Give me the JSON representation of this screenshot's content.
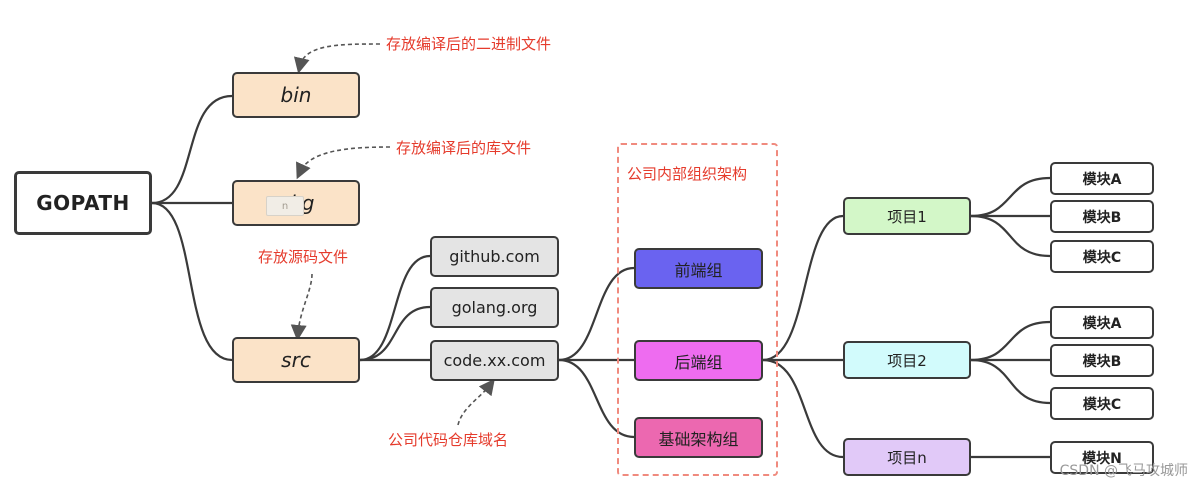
{
  "root": "GOPATH",
  "dirs": {
    "bin": "bin",
    "pkg": "pkg",
    "src": "src"
  },
  "pkg_tag": "n",
  "notes": {
    "bin": "存放编译后的二进制文件",
    "pkg": "存放编译后的库文件",
    "src": "存放源码文件",
    "domain": "公司代码仓库域名",
    "org": "公司内部组织架构"
  },
  "domains": [
    "github.com",
    "golang.org",
    "code.xx.com"
  ],
  "teams": [
    "前端组",
    "后端组",
    "基础架构组"
  ],
  "projects": [
    "项目1",
    "项目2",
    "项目n"
  ],
  "modules": {
    "p1": [
      "模块A",
      "模块B",
      "模块C"
    ],
    "p2": [
      "模块A",
      "模块B",
      "模块C"
    ],
    "pn": [
      "模块N"
    ]
  },
  "colors": {
    "dir_fill": "#fbe3c8",
    "domain_fill": "#e4e4e4",
    "team_front": "#6a63f0",
    "team_back": "#ee6cf0",
    "team_infra": "#ec68b0",
    "proj1": "#d3f7c8",
    "proj2": "#d2fbfc",
    "projn": "#e1c9f8",
    "annotation": "#e53b2c",
    "line": "#3a3a3a"
  },
  "watermark": "CSDN @飞马攻城师"
}
